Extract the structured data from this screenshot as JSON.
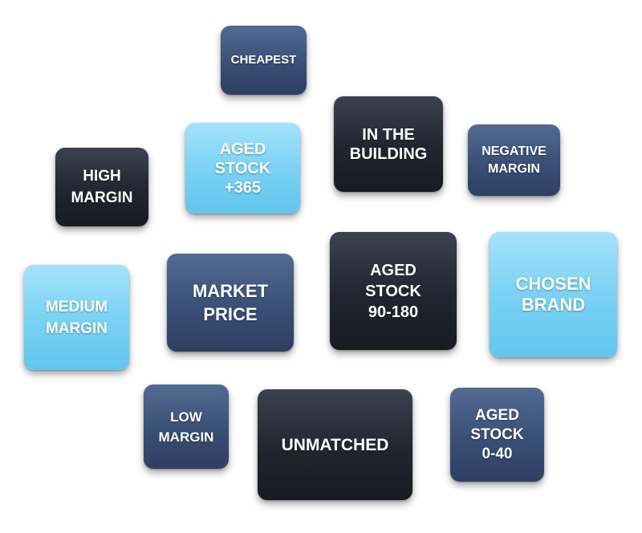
{
  "tiles": {
    "cheapest": "CHEAPEST",
    "in_the_building": [
      "IN THE",
      "BUILDING"
    ],
    "aged_stock_365": [
      "AGED",
      "STOCK",
      "+365"
    ],
    "negative_margin": [
      "NEGATIVE",
      "MARGIN"
    ],
    "high_margin": [
      "HIGH",
      "MARGIN"
    ],
    "aged_stock_90_180": [
      "AGED",
      "STOCK",
      "90-180"
    ],
    "chosen_brand": [
      "CHOSEN",
      "BRAND"
    ],
    "market_price": [
      "MARKET",
      "PRICE"
    ],
    "medium_margin": [
      "MEDIUM",
      "MARGIN"
    ],
    "low_margin": [
      "LOW",
      "MARGIN"
    ],
    "unmatched": "UNMATCHED",
    "aged_stock_0_40": [
      "AGED",
      "STOCK",
      "0-40"
    ]
  },
  "colors": {
    "navy": "#3a4f75",
    "dark": "#22252f",
    "sky": "#7bd2f4"
  }
}
